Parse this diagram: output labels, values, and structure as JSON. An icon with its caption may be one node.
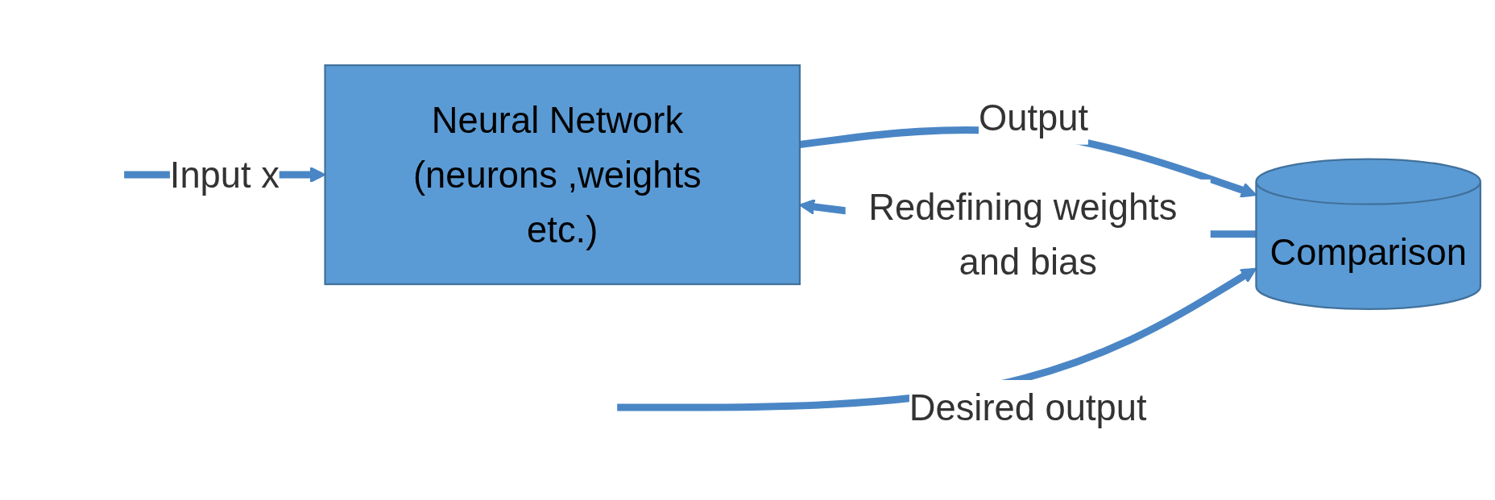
{
  "diagram": {
    "nodes": [
      {
        "text": [
          "Neural Network (neurons ,weights etc.)"
        ]
      },
      {
        "text": [
          "Comparison"
        ]
      }
    ],
    "edges": [
      {
        "from": null,
        "to": 0,
        "arrow": "to",
        "label": "Input x"
      },
      {
        "from": 0,
        "to": 1,
        "arrow": "to",
        "label": "Output"
      },
      {
        "from": null,
        "to": 1,
        "arrow": "to",
        "label": "Desired output"
      },
      {
        "from": 1,
        "to": 0,
        "arrow": "to",
        "label": "Redefining weights and bias"
      }
    ]
  }
}
